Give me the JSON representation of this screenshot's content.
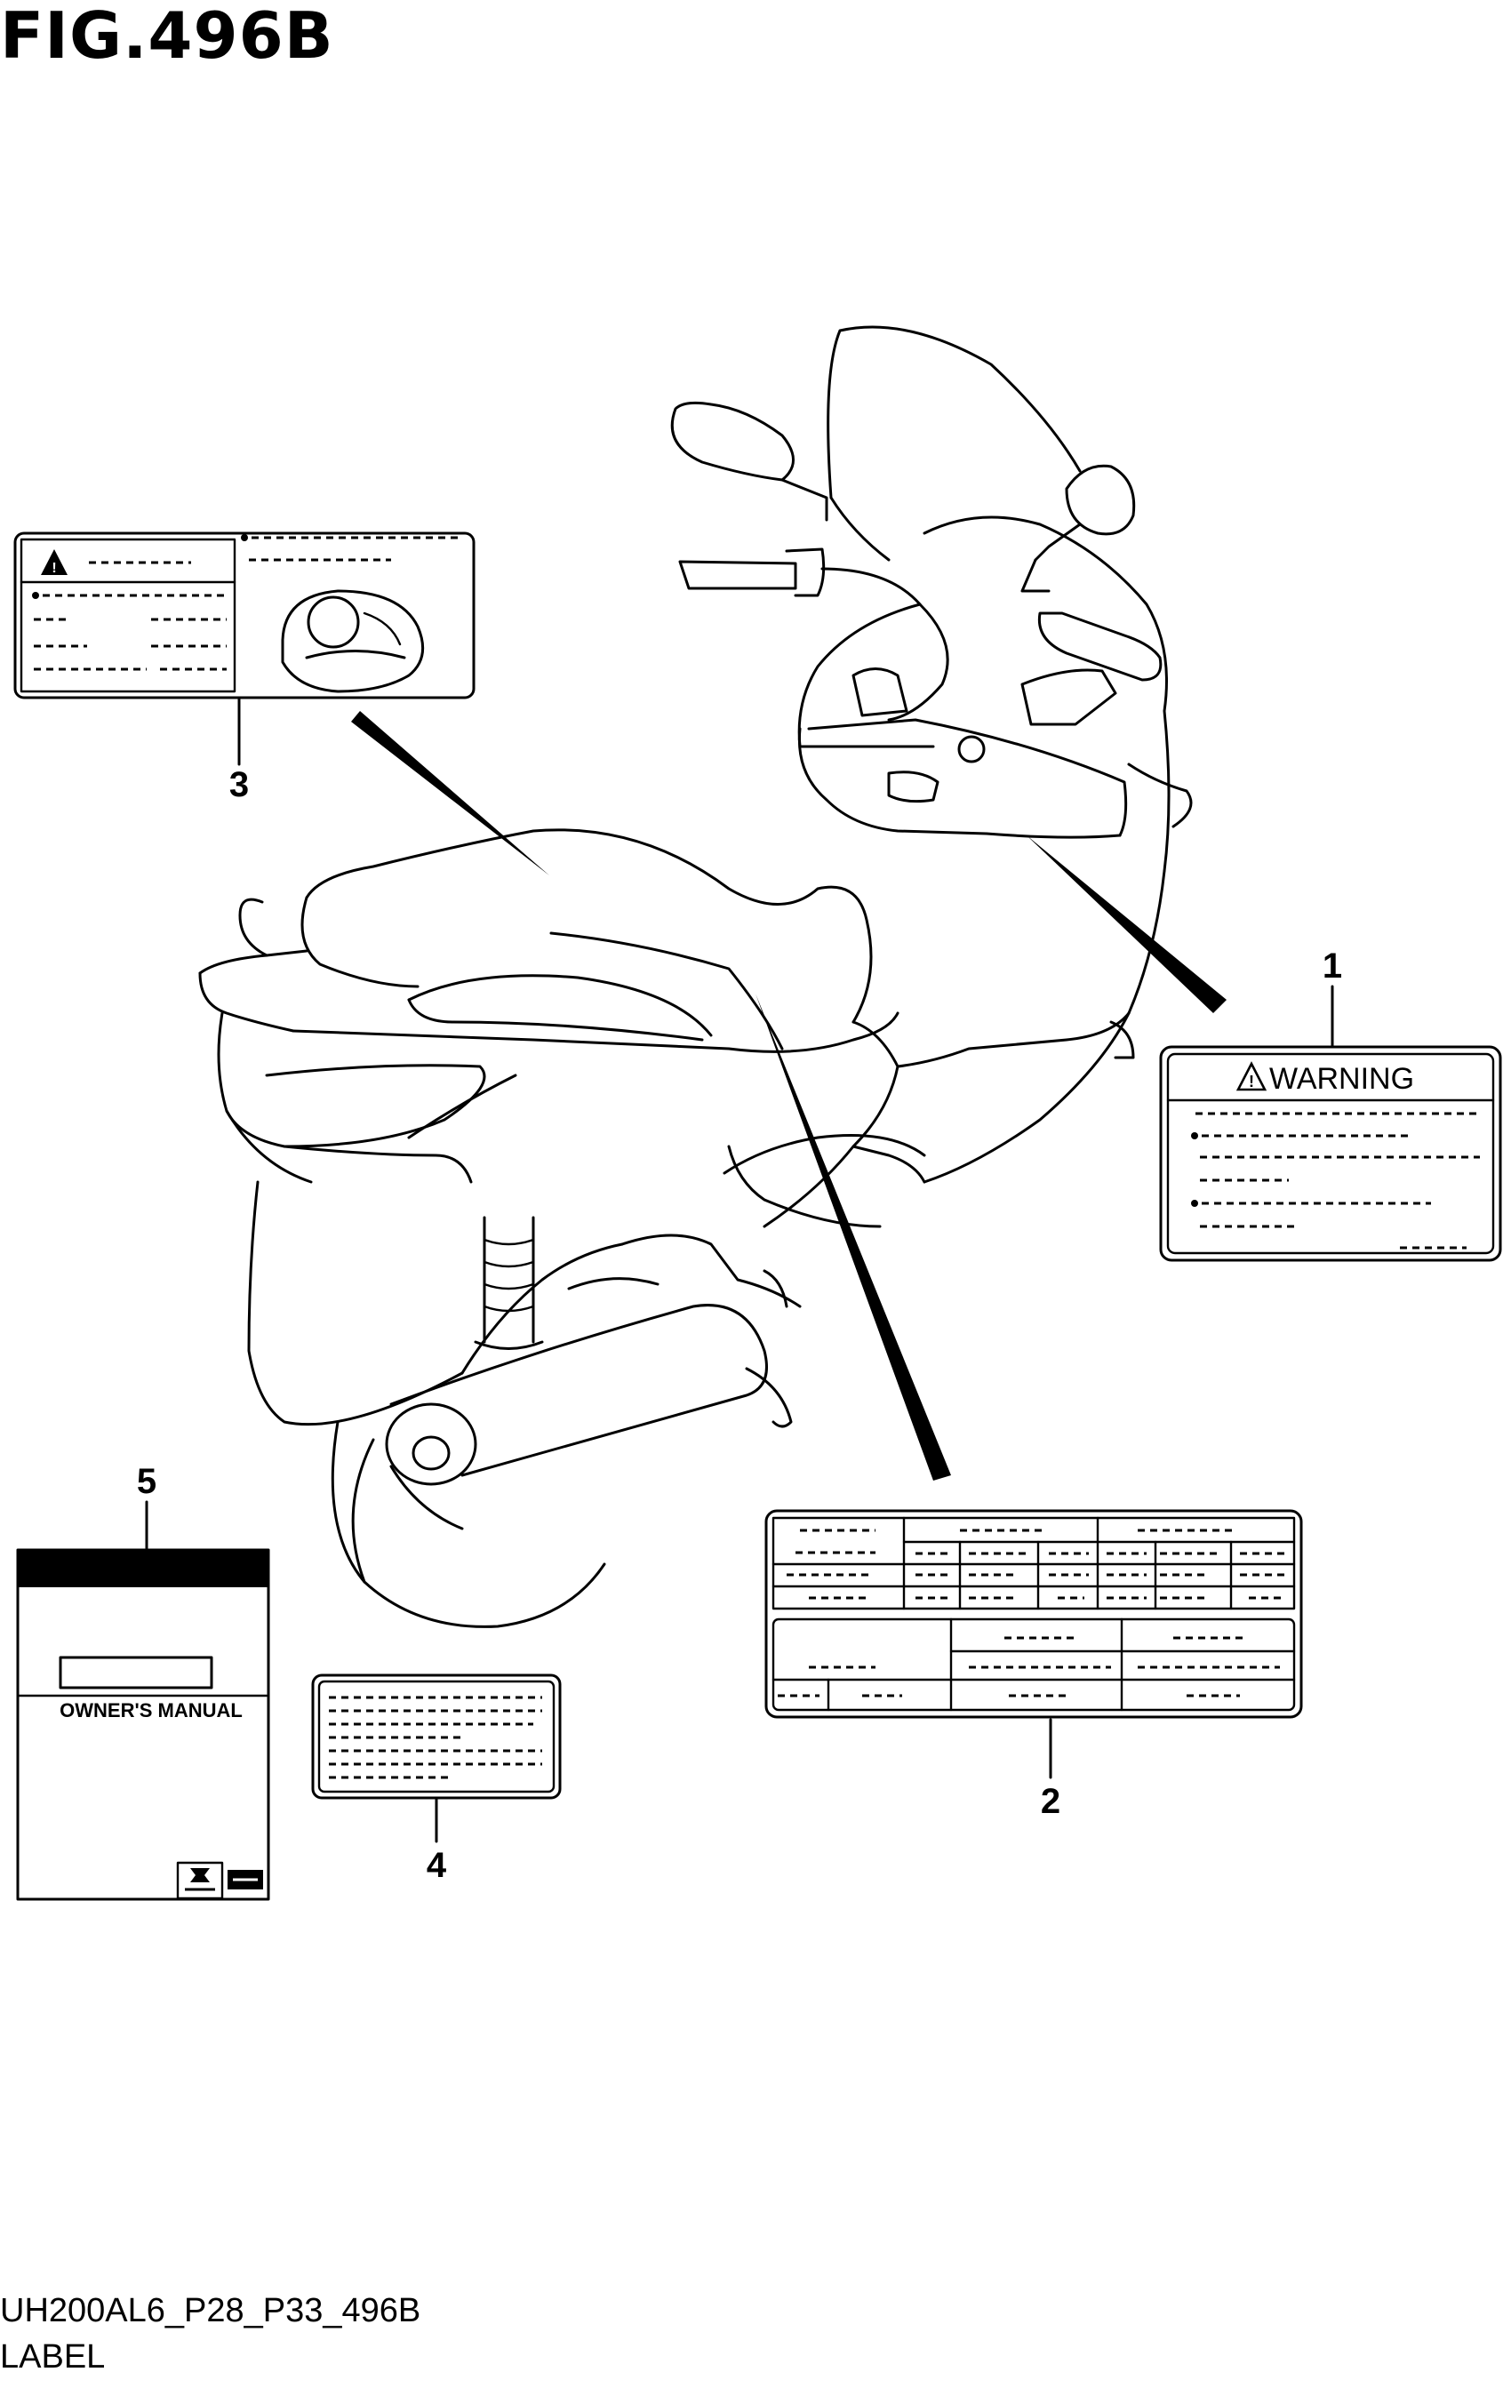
{
  "figure": {
    "title": "FIG.496B",
    "model_code": "UH200AL6_P28_P33_496B",
    "section": "LABEL"
  },
  "callouts": [
    "1",
    "2",
    "3",
    "4",
    "5"
  ],
  "label_1": {
    "heading": "WARNING",
    "icon": "warning-triangle-icon"
  },
  "label_3": {
    "icon": "warning-triangle-icon"
  },
  "label_5": {
    "manual_title": "OWNER'S MANUAL",
    "brand_icon": "suzuki-logo-icon"
  }
}
